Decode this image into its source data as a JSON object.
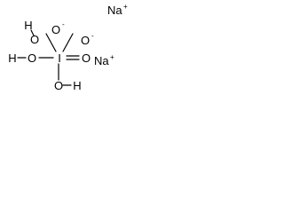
{
  "molecule": {
    "center": "I",
    "oxygen": "O",
    "hydrogen": "H",
    "negative_charge": "-",
    "sodium": "Na",
    "positive_charge": "+"
  }
}
